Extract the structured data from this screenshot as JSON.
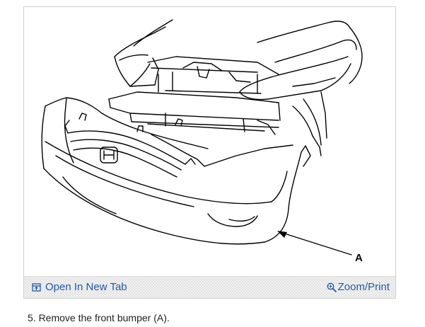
{
  "figure": {
    "callout_label": "A"
  },
  "toolbar": {
    "open_tab_label": "Open In New Tab",
    "zoom_label": "Zoom/Print"
  },
  "caption": {
    "text": "5. Remove the front bumper (A)."
  },
  "colors": {
    "link": "#1f5aa8",
    "line_art": "#000000",
    "toolbar_bg": "#f3f3f3"
  }
}
